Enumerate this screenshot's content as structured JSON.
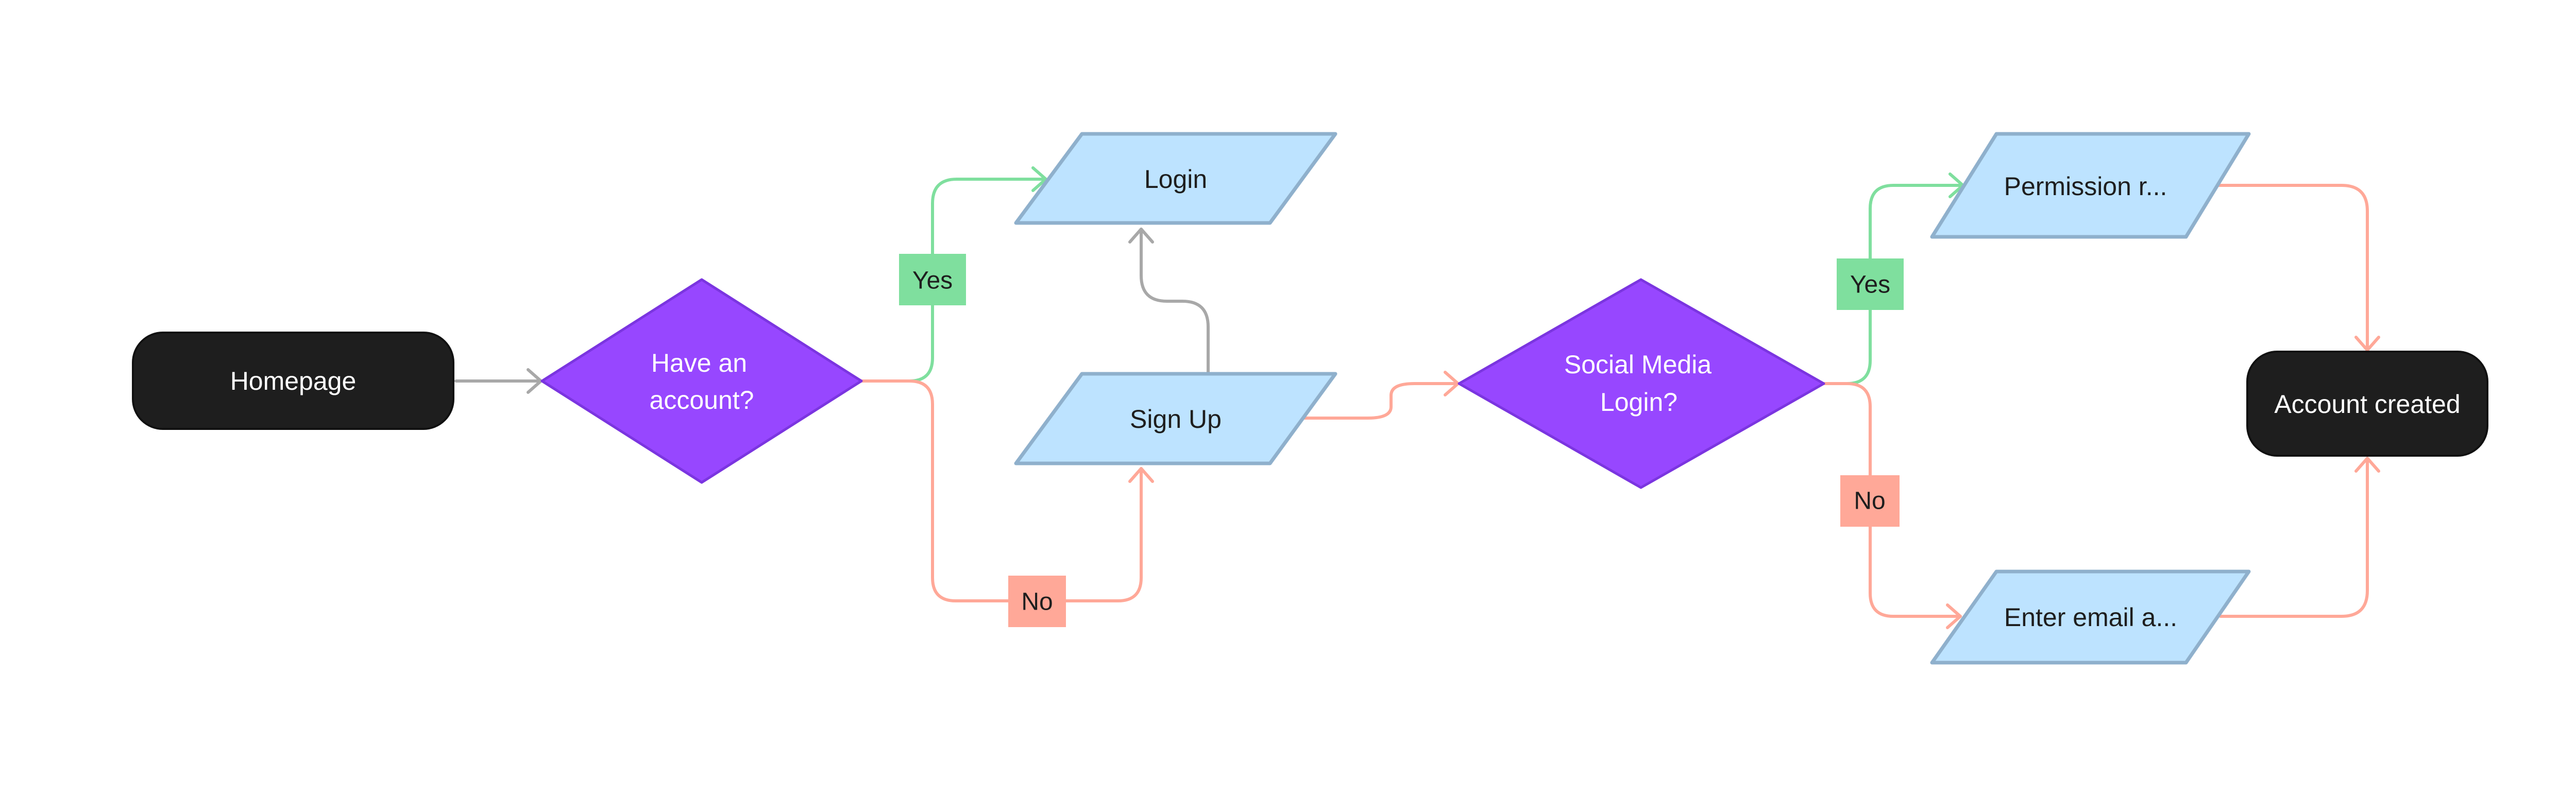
{
  "colors": {
    "terminal": "#1e1e1e",
    "decision": "#9747ff",
    "decision_stroke": "#7b35e0",
    "process": "#bde3ff",
    "process_stroke": "#8fb0cc",
    "yes": "#7fdf9e",
    "no": "#ffa898",
    "neutral": "#a8a8a8"
  },
  "nodes": {
    "homepage": "Homepage",
    "have_account_l1": "Have an",
    "have_account_l2": "account?",
    "login": "Login",
    "sign_up": "Sign Up",
    "social_l1": "Social Media",
    "social_l2": "Login?",
    "permission": "Permission r...",
    "enter_email": "Enter email a...",
    "account_created": "Account created"
  },
  "tags": {
    "yes_1": "Yes",
    "no_1": "No",
    "yes_2": "Yes",
    "no_2": "No"
  }
}
